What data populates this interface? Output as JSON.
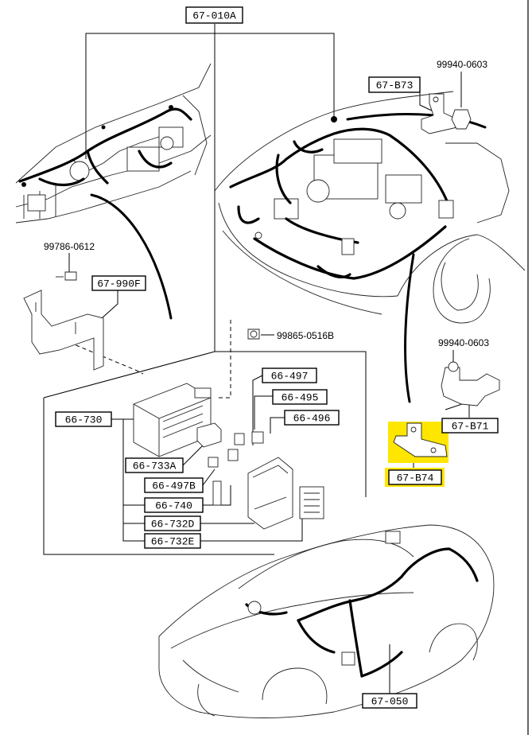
{
  "top_label": "67-010A",
  "callouts": {
    "b73": "67-B73",
    "bolt_9994_top": "99940-0603",
    "bolt_99786": "99786-0612",
    "c990f": "67-990F",
    "bolt_99865": "99865-0516B",
    "bolt_9994_right": "99940-0603",
    "p497": "66-497",
    "p495": "66-495",
    "p496": "66-496",
    "p730": "66-730",
    "b71": "67-B71",
    "p733a": "66-733A",
    "b74": "67-B74",
    "p497b": "66-497B",
    "p740": "66-740",
    "p732d": "66-732D",
    "p732e": "66-732E",
    "c050": "67-050"
  },
  "colors": {
    "highlight": "#FFE600",
    "ink": "#000000"
  }
}
